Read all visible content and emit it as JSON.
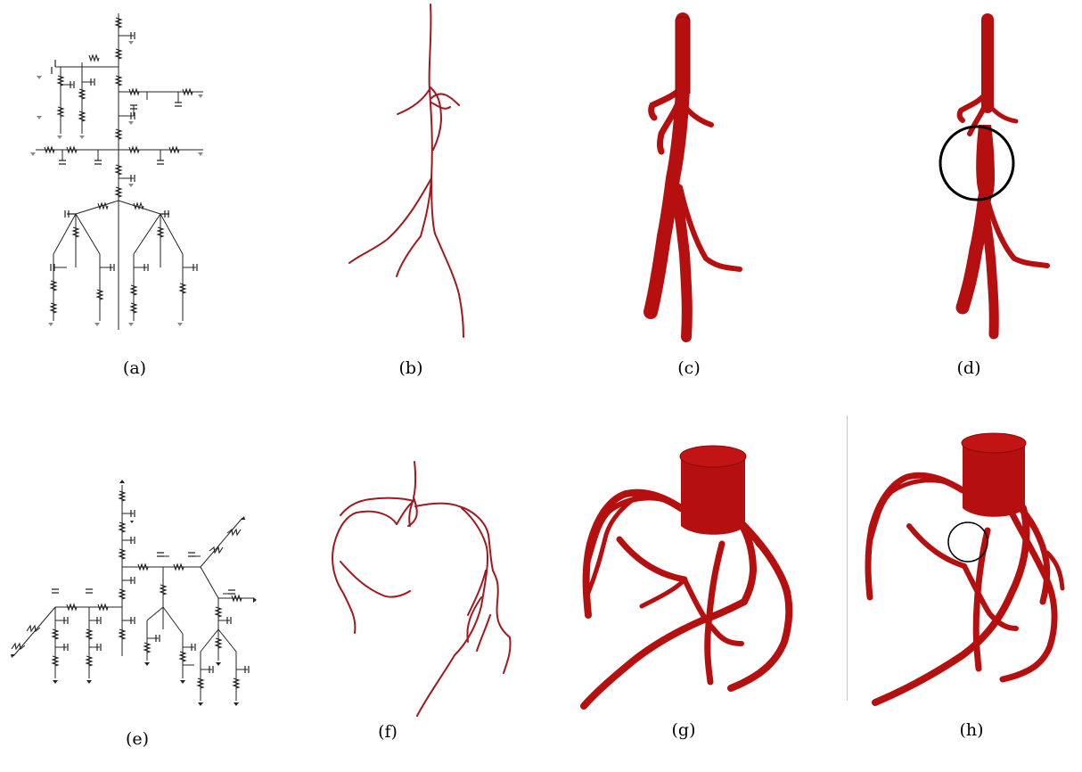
{
  "figure": {
    "panels": [
      {
        "id": "a",
        "caption": "(a)",
        "kind": "circuit"
      },
      {
        "id": "b",
        "caption": "(b)",
        "kind": "centerline"
      },
      {
        "id": "c",
        "caption": "(c)",
        "kind": "vessel-3d"
      },
      {
        "id": "d",
        "caption": "(d)",
        "kind": "vessel-3d-marked"
      },
      {
        "id": "e",
        "caption": "(e)",
        "kind": "circuit"
      },
      {
        "id": "f",
        "caption": "(f)",
        "kind": "centerline"
      },
      {
        "id": "g",
        "caption": "(g)",
        "kind": "vessel-3d"
      },
      {
        "id": "h",
        "caption": "(h)",
        "kind": "vessel-3d-marked"
      }
    ],
    "colors": {
      "vessel": "#b50f0f",
      "vessel_dark": "#8a0a0a",
      "centerline": "#a0191f",
      "circuit": "#222222",
      "marker": "#000000"
    }
  }
}
